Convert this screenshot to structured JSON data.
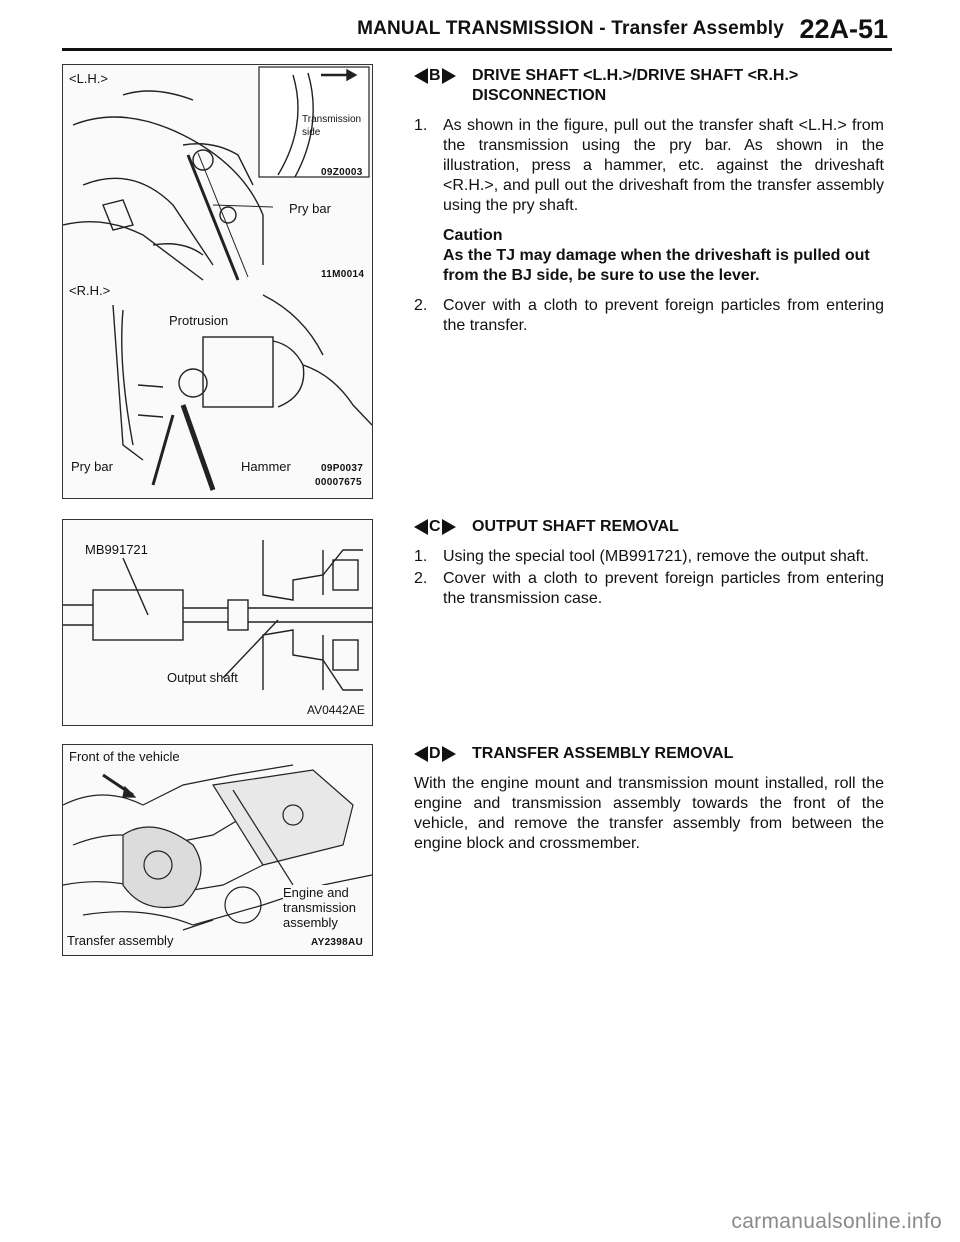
{
  "header": {
    "title": "MANUAL TRANSMISSION - Transfer Assembly",
    "page": "22A-51"
  },
  "figures": {
    "fig1": {
      "lh_label": "<L.H.>",
      "rh_label": "<R.H.>",
      "transmission_side": "Transmission\nside",
      "code_inset": "09Z0003",
      "pry_bar_1": "Pry bar",
      "code_lh": "11M0014",
      "protrusion": "Protrusion",
      "pry_bar_2": "Pry bar",
      "hammer": "Hammer",
      "code_rh_1": "09P0037",
      "code_rh_2": "00007675"
    },
    "fig2": {
      "tool": "MB991721",
      "output_shaft": "Output shaft",
      "code": "AV0442AE"
    },
    "fig3": {
      "front_of_vehicle": "Front of the vehicle",
      "engine_assembly": "Engine and\ntransmission\nassembly",
      "transfer_assembly": "Transfer assembly",
      "code": "AY2398AU"
    }
  },
  "sections": {
    "b": {
      "letter": "B",
      "heading": "DRIVE SHAFT <L.H.>/DRIVE SHAFT <R.H.> DISCONNECTION",
      "steps": [
        "As shown in the figure, pull out the transfer shaft <L.H.> from the transmission using the pry bar. As shown in the illustration, press a hammer, etc. against the driveshaft <R.H.>, and pull out the driveshaft from the transfer assembly using the pry shaft.",
        "Cover with a cloth to prevent foreign particles from entering the transfer."
      ],
      "caution_title": "Caution",
      "caution_text": "As the TJ may damage when the driveshaft is pulled out from the BJ side, be sure to use the lever."
    },
    "c": {
      "letter": "C",
      "heading": "OUTPUT SHAFT REMOVAL",
      "steps": [
        "Using the special tool (MB991721), remove the output shaft.",
        "Cover with a cloth to prevent foreign particles from entering the transmission case."
      ]
    },
    "d": {
      "letter": "D",
      "heading": "TRANSFER ASSEMBLY REMOVAL",
      "text": "With the engine mount and transmission mount installed, roll the engine and transmission assembly towards the front of the vehicle, and remove the transfer assembly from between the engine block and crossmember."
    }
  },
  "step_numbers": [
    "1.",
    "2."
  ],
  "watermark": "carmanualsonline.info"
}
